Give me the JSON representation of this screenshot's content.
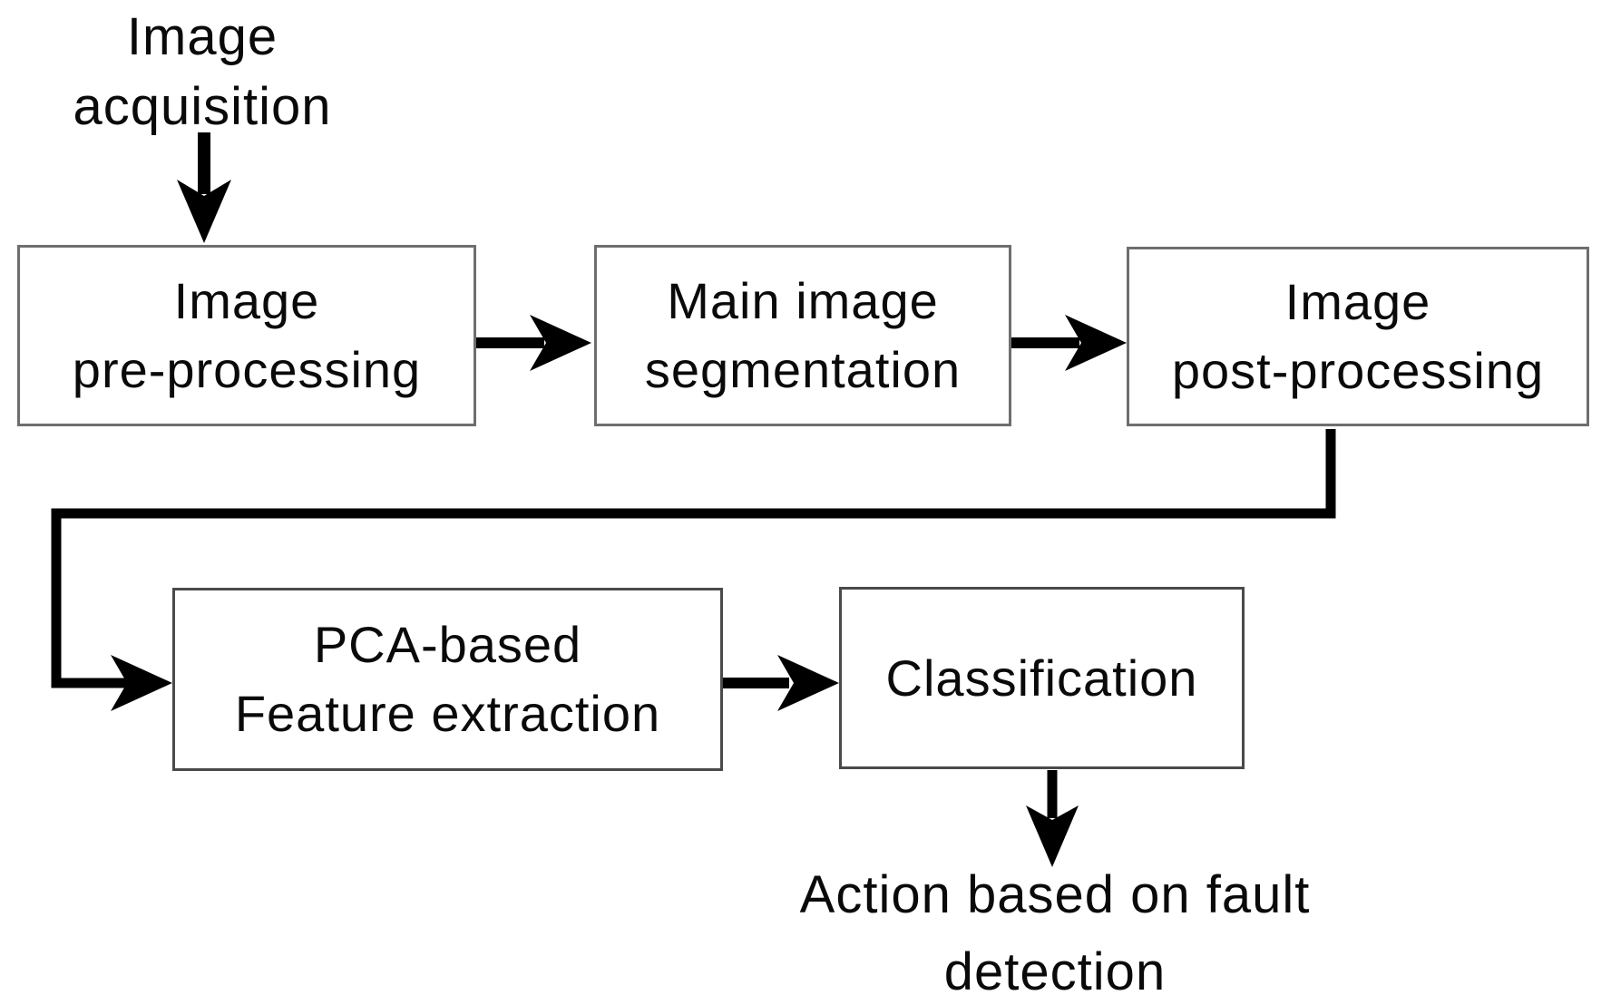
{
  "diagram": {
    "type": "flowchart",
    "start_label": {
      "line1": "Image",
      "line2": "acquisition"
    },
    "boxes": {
      "pre": {
        "line1": "Image",
        "line2": "pre-processing"
      },
      "seg": {
        "line1": "Main image",
        "line2": "segmentation"
      },
      "post": {
        "line1": "Image",
        "line2": "post-processing"
      },
      "pca": {
        "line1": "PCA-based",
        "line2": "Feature extraction"
      },
      "class": {
        "line1": "Classification"
      }
    },
    "end_label": {
      "line1": "Action based on fault",
      "line2": "detection"
    },
    "flow_order": [
      "Image acquisition",
      "Image pre-processing",
      "Main image segmentation",
      "Image post-processing",
      "PCA-based Feature extraction",
      "Classification",
      "Action based on fault detection"
    ]
  },
  "colors": {
    "bg": "#ffffff",
    "text": "#0a0a0a",
    "arrow": "#000000",
    "border1": "#6e6e6e",
    "border2": "#4a4a4a"
  }
}
